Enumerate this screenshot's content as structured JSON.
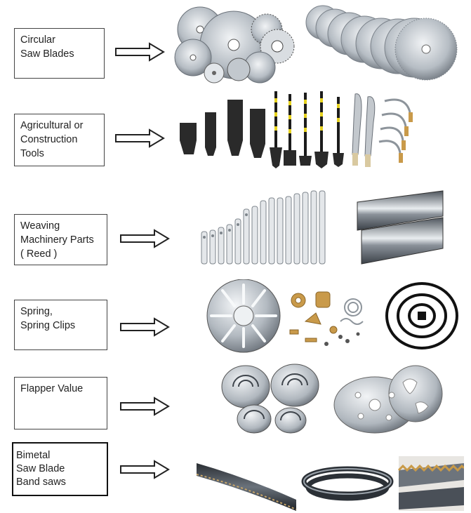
{
  "rows": [
    {
      "lines": [
        "Circular",
        "Saw Blades"
      ]
    },
    {
      "lines": [
        "Agricultural or",
        "Construction",
        "Tools"
      ]
    },
    {
      "lines": [
        "Weaving",
        "Machinery  Parts",
        "( Reed )"
      ]
    },
    {
      "lines": [
        "Spring,",
        "Spring Clips"
      ]
    },
    {
      "lines": [
        "Flapper Value"
      ]
    },
    {
      "lines": [
        "Bimetal",
        "Saw Blade",
        "Band saws"
      ]
    }
  ],
  "icons": {
    "arrow": "right-outline-arrow-icon"
  },
  "colors": {
    "metal_light": "#d8dde2",
    "metal_mid": "#a9b1b9",
    "metal_dark": "#5f6670",
    "handle_black": "#1b1b1b",
    "handle_yellow": "#e6d21e",
    "brass": "#c99a4a",
    "box_border": "#444444"
  }
}
